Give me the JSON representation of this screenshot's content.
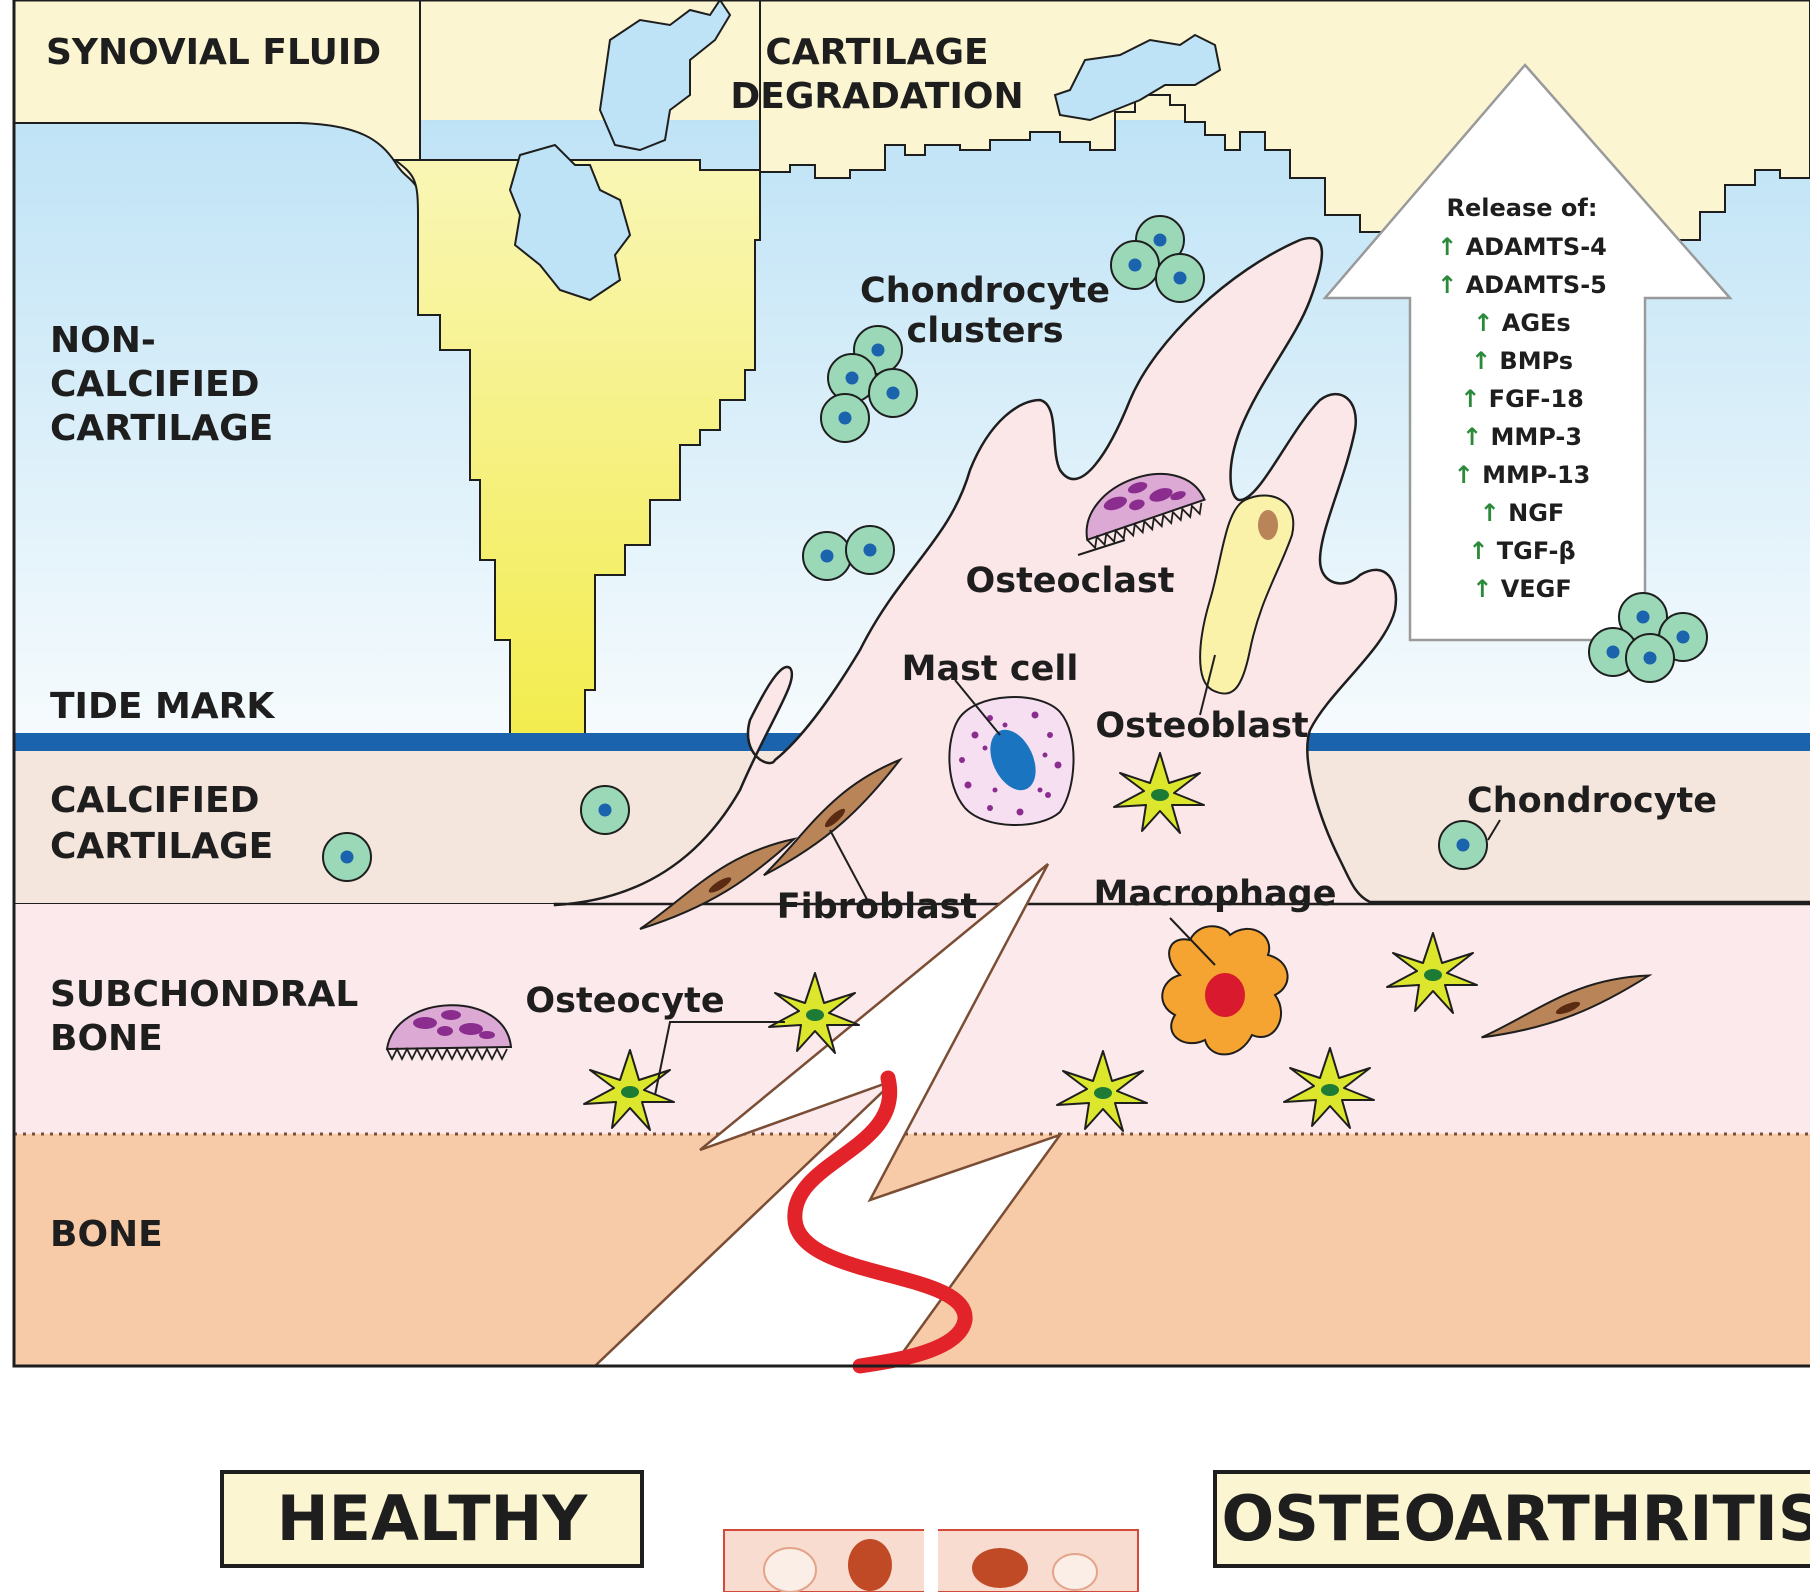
{
  "zones": {
    "synovial_fluid": "SYNOVIAL FLUID",
    "non_calcified_1": "NON-",
    "non_calcified_2": "CALCIFIED",
    "non_calcified_3": "CARTILAGE",
    "tide_mark": "TIDE MARK",
    "calcified_1": "CALCIFIED",
    "calcified_2": "CARTILAGE",
    "subchondral_1": "SUBCHONDRAL",
    "subchondral_2": "BONE",
    "bone": "BONE"
  },
  "degradation": {
    "line1": "CARTILAGE",
    "line2": "DEGRADATION"
  },
  "cells": {
    "chondrocyte_clusters_1": "Chondrocyte",
    "chondrocyte_clusters_2": "clusters",
    "osteoclast": "Osteoclast",
    "mast_cell": "Mast cell",
    "osteoblast": "Osteoblast",
    "chondrocyte": "Chondrocyte",
    "macrophage": "Macrophage",
    "fibroblast": "Fibroblast",
    "osteocyte": "Osteocyte"
  },
  "release": {
    "title": "Release of:",
    "arrow_glyph": "↑",
    "items": [
      "ADAMTS-4",
      "ADAMTS-5",
      "AGEs",
      "BMPs",
      "FGF-18",
      "MMP-3",
      "MMP-13",
      "NGF",
      "TGF-β",
      "VEGF"
    ]
  },
  "legend": {
    "healthy": "HEALTHY",
    "osteoarthritis": "OSTEOARTHRITIS"
  },
  "colors": {
    "synovial": "#fbf5d2",
    "cartilage_top": "#bfe3f6",
    "cartilage_bottom": "#f7fbfd",
    "tide_mark": "#1b63ad",
    "calcified": "#f4e6dc",
    "subchondral": "#fbe9eb",
    "bone": "#f8cba8",
    "invasion": "#fbe6e8",
    "fissure": "#f3ee6a",
    "chondrocyte": "#9ad8b8",
    "nucleus": "#1b63ad",
    "osteocyte": "#dbe62c",
    "macrophage": "#f6a431",
    "vessel": "#e2232a",
    "up_arrow": "#2a8a3a"
  }
}
